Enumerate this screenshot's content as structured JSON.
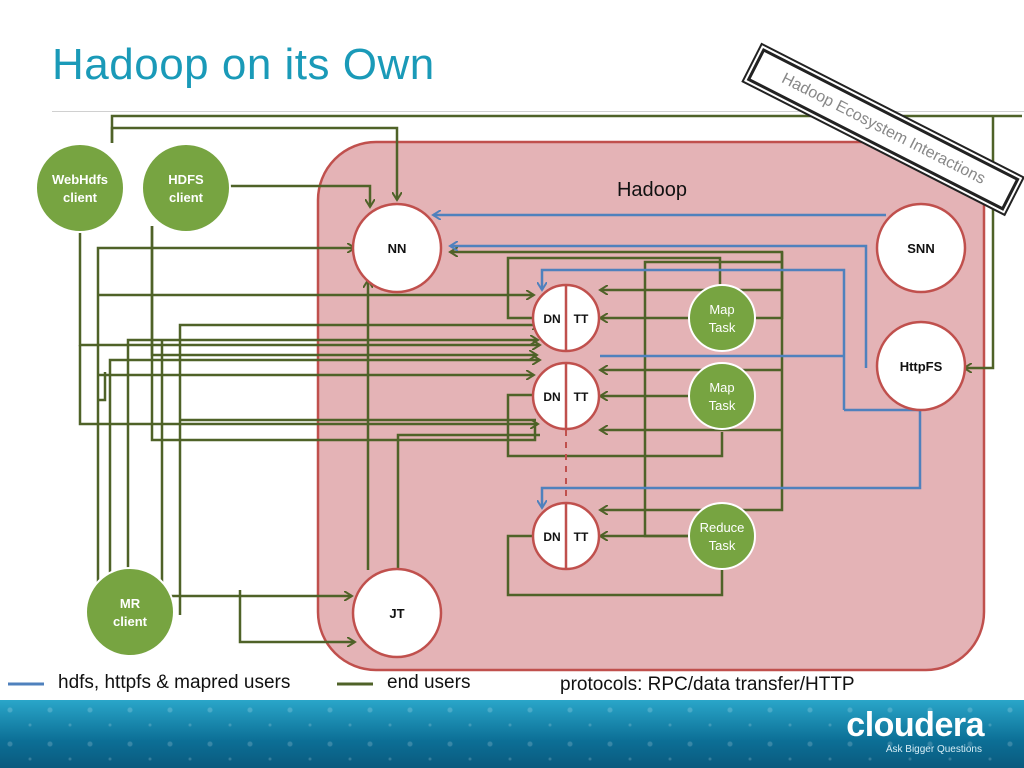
{
  "title": "Hadoop on its Own",
  "stamp": "Hadoop Ecosystem Interactions",
  "cluster_label": "Hadoop",
  "nodes": {
    "webhdfs": [
      "WebHdfs",
      "client"
    ],
    "hdfs": [
      "HDFS",
      "client"
    ],
    "mr": [
      "MR",
      "client"
    ],
    "nn": "NN",
    "snn": "SNN",
    "httpfs": "HttpFS",
    "jt": "JT",
    "map1": [
      "Map",
      "Task"
    ],
    "map2": [
      "Map",
      "Task"
    ],
    "reduce": [
      "Reduce",
      "Task"
    ],
    "dn": "DN",
    "tt": "TT"
  },
  "legend": {
    "blue_label": "hdfs, httpfs & mapred users",
    "green_label": "end users",
    "protocols": "protocols: RPC/data transfer/HTTP"
  },
  "footer": {
    "brand": "cloudera",
    "tagline": "Ask Bigger Questions"
  },
  "colors": {
    "title": "#1a9ab8",
    "cluster_fill": "#e4b3b6",
    "cluster_border": "#c0504d",
    "client_green": "#77a441",
    "green_line": "#4f6228",
    "blue_line": "#4f81bd"
  }
}
